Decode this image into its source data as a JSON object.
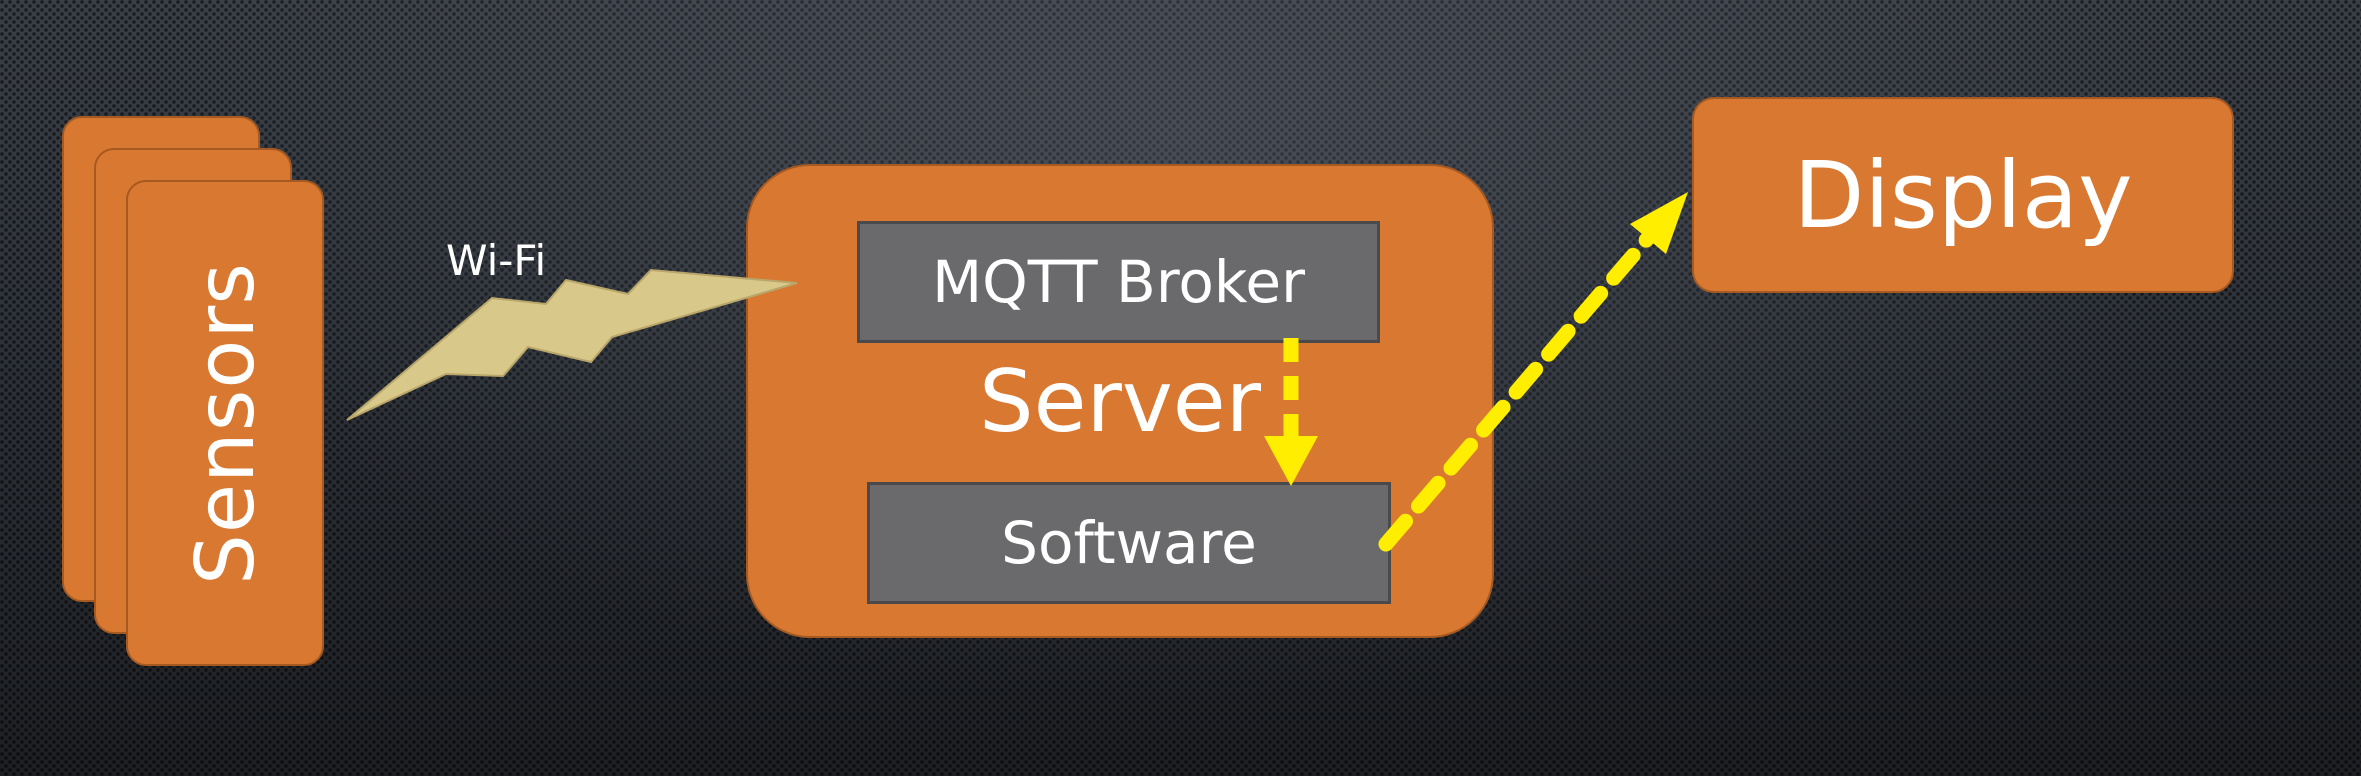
{
  "diagram": {
    "nodes": {
      "sensors": {
        "label": "Sensors"
      },
      "server": {
        "label": "Server",
        "children": {
          "broker": {
            "label": "MQTT Broker"
          },
          "software": {
            "label": "Software"
          }
        }
      },
      "display": {
        "label": "Display"
      }
    },
    "edges": [
      {
        "from": "sensors",
        "to": "server.broker",
        "label": "Wi-Fi",
        "style": "lightning-bolt",
        "color": "#d8c88a"
      },
      {
        "from": "server.broker",
        "to": "server.software",
        "label": "",
        "style": "dashed-arrow",
        "color": "#ffee00"
      },
      {
        "from": "server.software",
        "to": "display",
        "label": "",
        "style": "dashed-arrow",
        "color": "#ffee00"
      }
    ],
    "colors": {
      "node_fill": "#d97830",
      "inner_box_fill": "#6a6a6d",
      "background": "#25282d",
      "text": "#ffffff"
    }
  }
}
